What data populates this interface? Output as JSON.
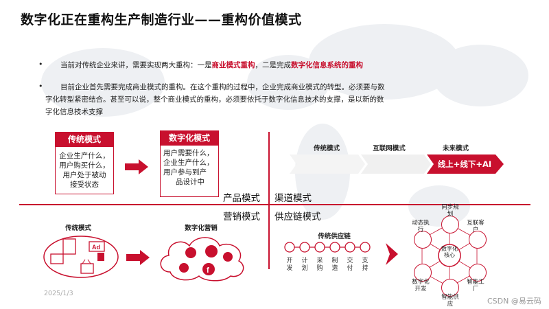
{
  "title": "数字化正在重构生产制造行业——重构价值模式",
  "bullets": {
    "b1": {
      "prefix": "当前对传统企业来讲，需要实现两大重构：一是",
      "hl1": "商业模式重构",
      "mid": "，二是完成",
      "hl2": "数字化信息系统的重构"
    },
    "b2_line1": "目前企业首先需要完成商业模式的重构。在这个重构的过程中，企业完成商业模式的转型。必须要与数",
    "b2_line2": "字化转型紧密结合。甚至可以说，整个商业模式的重构，必须要依托于数字化信息技术的支撑，是以新的数",
    "b2_line3": "字化信息技术支撑"
  },
  "product_model": {
    "traditional_header": "传统模式",
    "traditional_body": [
      "企业生产什么，",
      "用户购买什么，",
      "用户处于被动",
      "接受状态"
    ],
    "digital_header": "数字化模式",
    "digital_body": [
      "用户需要什么，",
      "企业生产什么，",
      "用户参与到产",
      "品设计中"
    ],
    "label": "产品模式"
  },
  "channel_model": {
    "stages": [
      "传统模式",
      "互联网模式",
      "未来模式"
    ],
    "future_banner": "线上+线下+AI",
    "label": "渠道模式"
  },
  "marketing_model": {
    "label": "营销模式",
    "traditional_label": "传统模式",
    "digital_label": "数字化营销"
  },
  "supply_chain": {
    "label": "供应链模式",
    "traditional_label": "传统供应链",
    "steps": [
      "开发",
      "计划",
      "采购",
      "制造",
      "交付",
      "支持"
    ],
    "center": "数字化核心",
    "nodes": [
      "同步规划",
      "互联客户",
      "智能工厂",
      "智能供应",
      "数字化开发",
      "动态执行"
    ]
  },
  "footer": {
    "date": "2025/1/3",
    "watermark": "CSDN @易云码"
  },
  "colors": {
    "accent": "#c8102e"
  }
}
